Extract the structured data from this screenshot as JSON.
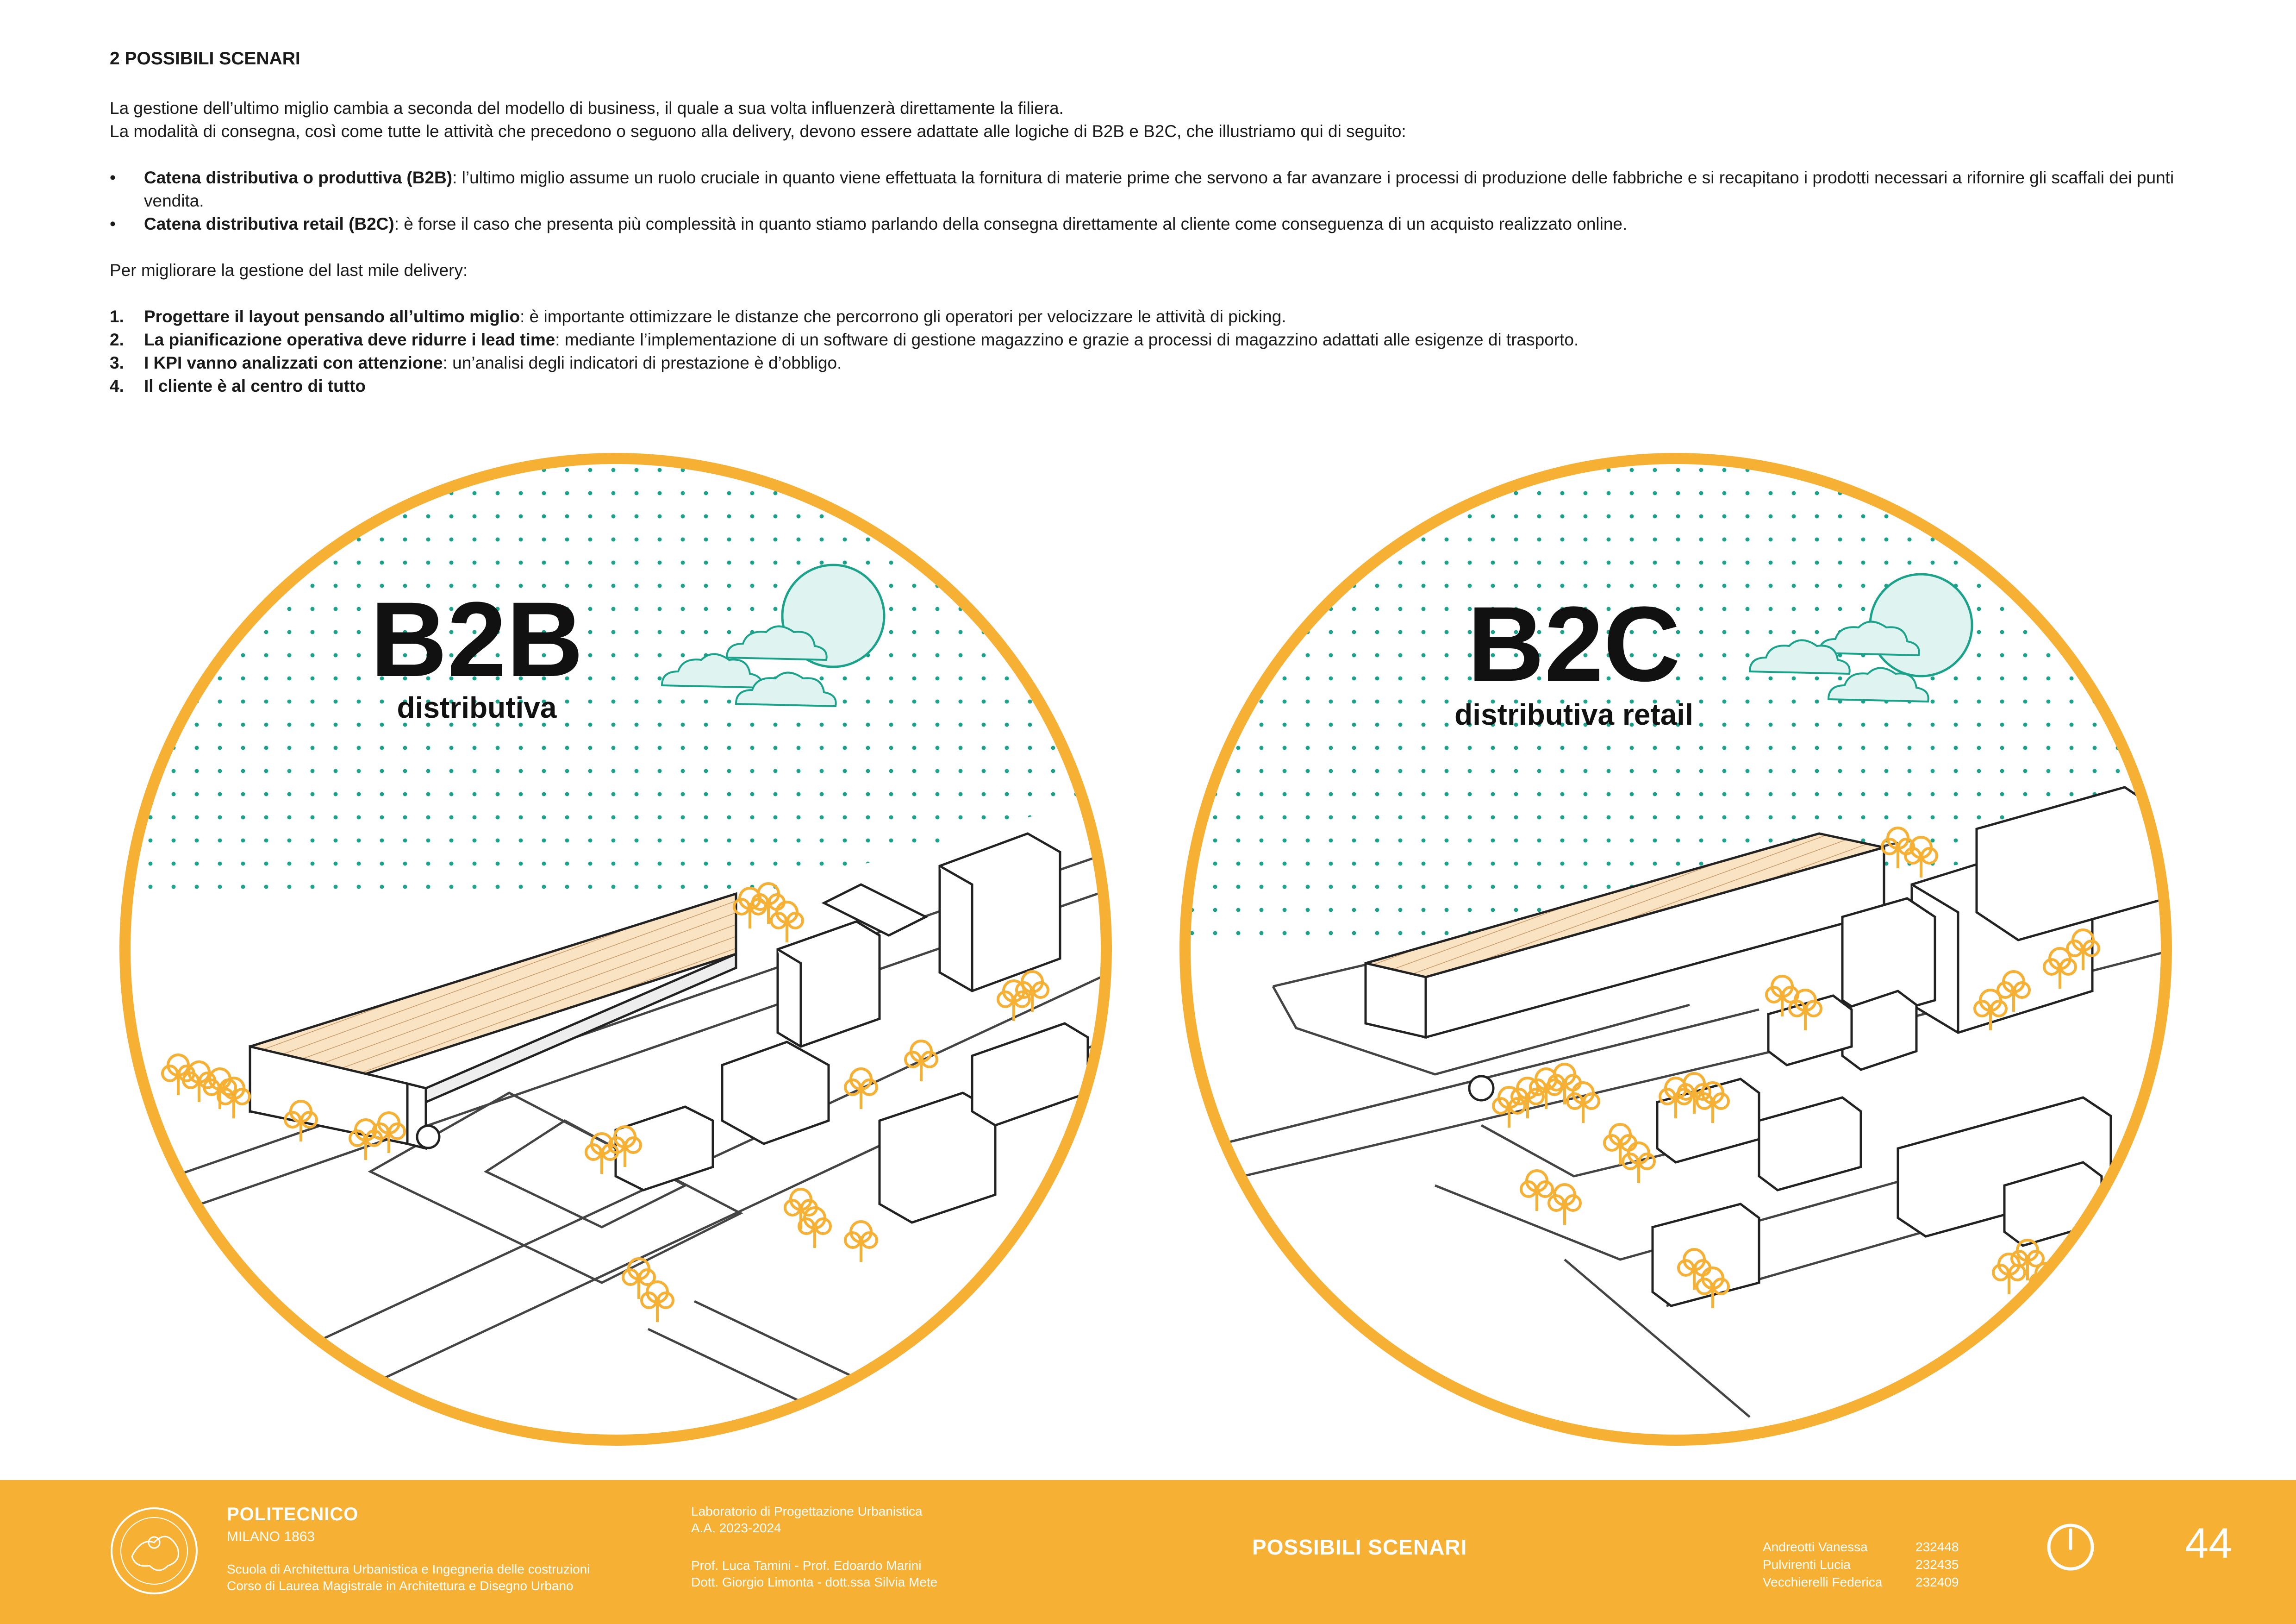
{
  "heading": "2 POSSIBILI SCENARI",
  "intro": [
    "La gestione dell’ultimo miglio cambia a seconda del modello di business, il quale a sua volta influenzerà direttamente la filiera.",
    "La modalità di consegna, così come tutte le attività che precedono o seguono alla delivery, devono essere adattate alle logiche di B2B e B2C, che illustriamo qui di seguito:"
  ],
  "bullets": [
    {
      "marker": "•",
      "bold": "Catena distributiva o produttiva (B2B)",
      "text": ": l’ultimo miglio assume un ruolo cruciale in quanto viene effettuata la fornitura di materie prime che servono a far avanzare i processi di produzione delle fabbriche e si recapitano i prodotti necessari a rifornire gli scaffali dei punti vendita."
    },
    {
      "marker": "•",
      "bold": "Catena distributiva retail (B2C)",
      "text": ": è forse il caso che presenta più complessità in quanto stiamo parlando della consegna direttamente al cliente come conseguenza di un acquisto realizzato online."
    }
  ],
  "improve_intro": "Per migliorare la gestione del last mile delivery:",
  "steps": [
    {
      "marker": "1.",
      "bold": "Progettare il layout pensando all’ultimo miglio",
      "text": ": è importante ottimizzare le distanze che percorrono gli operatori per velocizzare le attività di picking."
    },
    {
      "marker": "2.",
      "bold": "La pianificazione operativa deve ridurre i lead time",
      "text": ": mediante l’implementazione di un software di gestione magazzino e grazie a processi di magazzino adattati alle esigenze di trasporto."
    },
    {
      "marker": "3.",
      "bold": "I KPI vanno analizzati con attenzione",
      "text": ": un’analisi degli indicatori di prestazione è d’obbligo."
    },
    {
      "marker": "4.",
      "bold": "Il cliente è al centro di tutto",
      "text": ""
    }
  ],
  "scenes": [
    {
      "title": "B2B",
      "subtitle": "distributiva"
    },
    {
      "title": "B2C",
      "subtitle": "distributiva retail"
    }
  ],
  "colors": {
    "ring": "#f6b135",
    "dots": "#1aa38a",
    "sun": "#dff3f1",
    "sun_stroke": "#1aa38a",
    "tree": "#f6b135",
    "warehouse": "#f9e3c2",
    "footer": "#f6b135"
  },
  "footer": {
    "logo_icon": "politecnico-seal",
    "university": "POLITECNICO",
    "city": "MILANO 1863",
    "school_1": "Scuola di Architettura Urbanistica e Ingegneria delle costruzioni",
    "school_2": "Corso di Laurea Magistrale in Architettura e Disegno Urbano",
    "lab": "Laboratorio di Progettazione Urbanistica",
    "year": "A.A. 2023-2024",
    "profs_1": "Prof. Luca Tamini - Prof. Edoardo Marini",
    "profs_2": "Dott. Giorgio Limonta - dott.ssa Silvia Mete",
    "section": "POSSIBILI SCENARI",
    "students": [
      {
        "name": "Andreotti Vanessa",
        "id": "232448"
      },
      {
        "name": "Pulvirenti Lucia",
        "id": "232435"
      },
      {
        "name": "Vecchierelli Federica",
        "id": "232409"
      }
    ],
    "power_icon": "power-icon",
    "page": "44"
  }
}
